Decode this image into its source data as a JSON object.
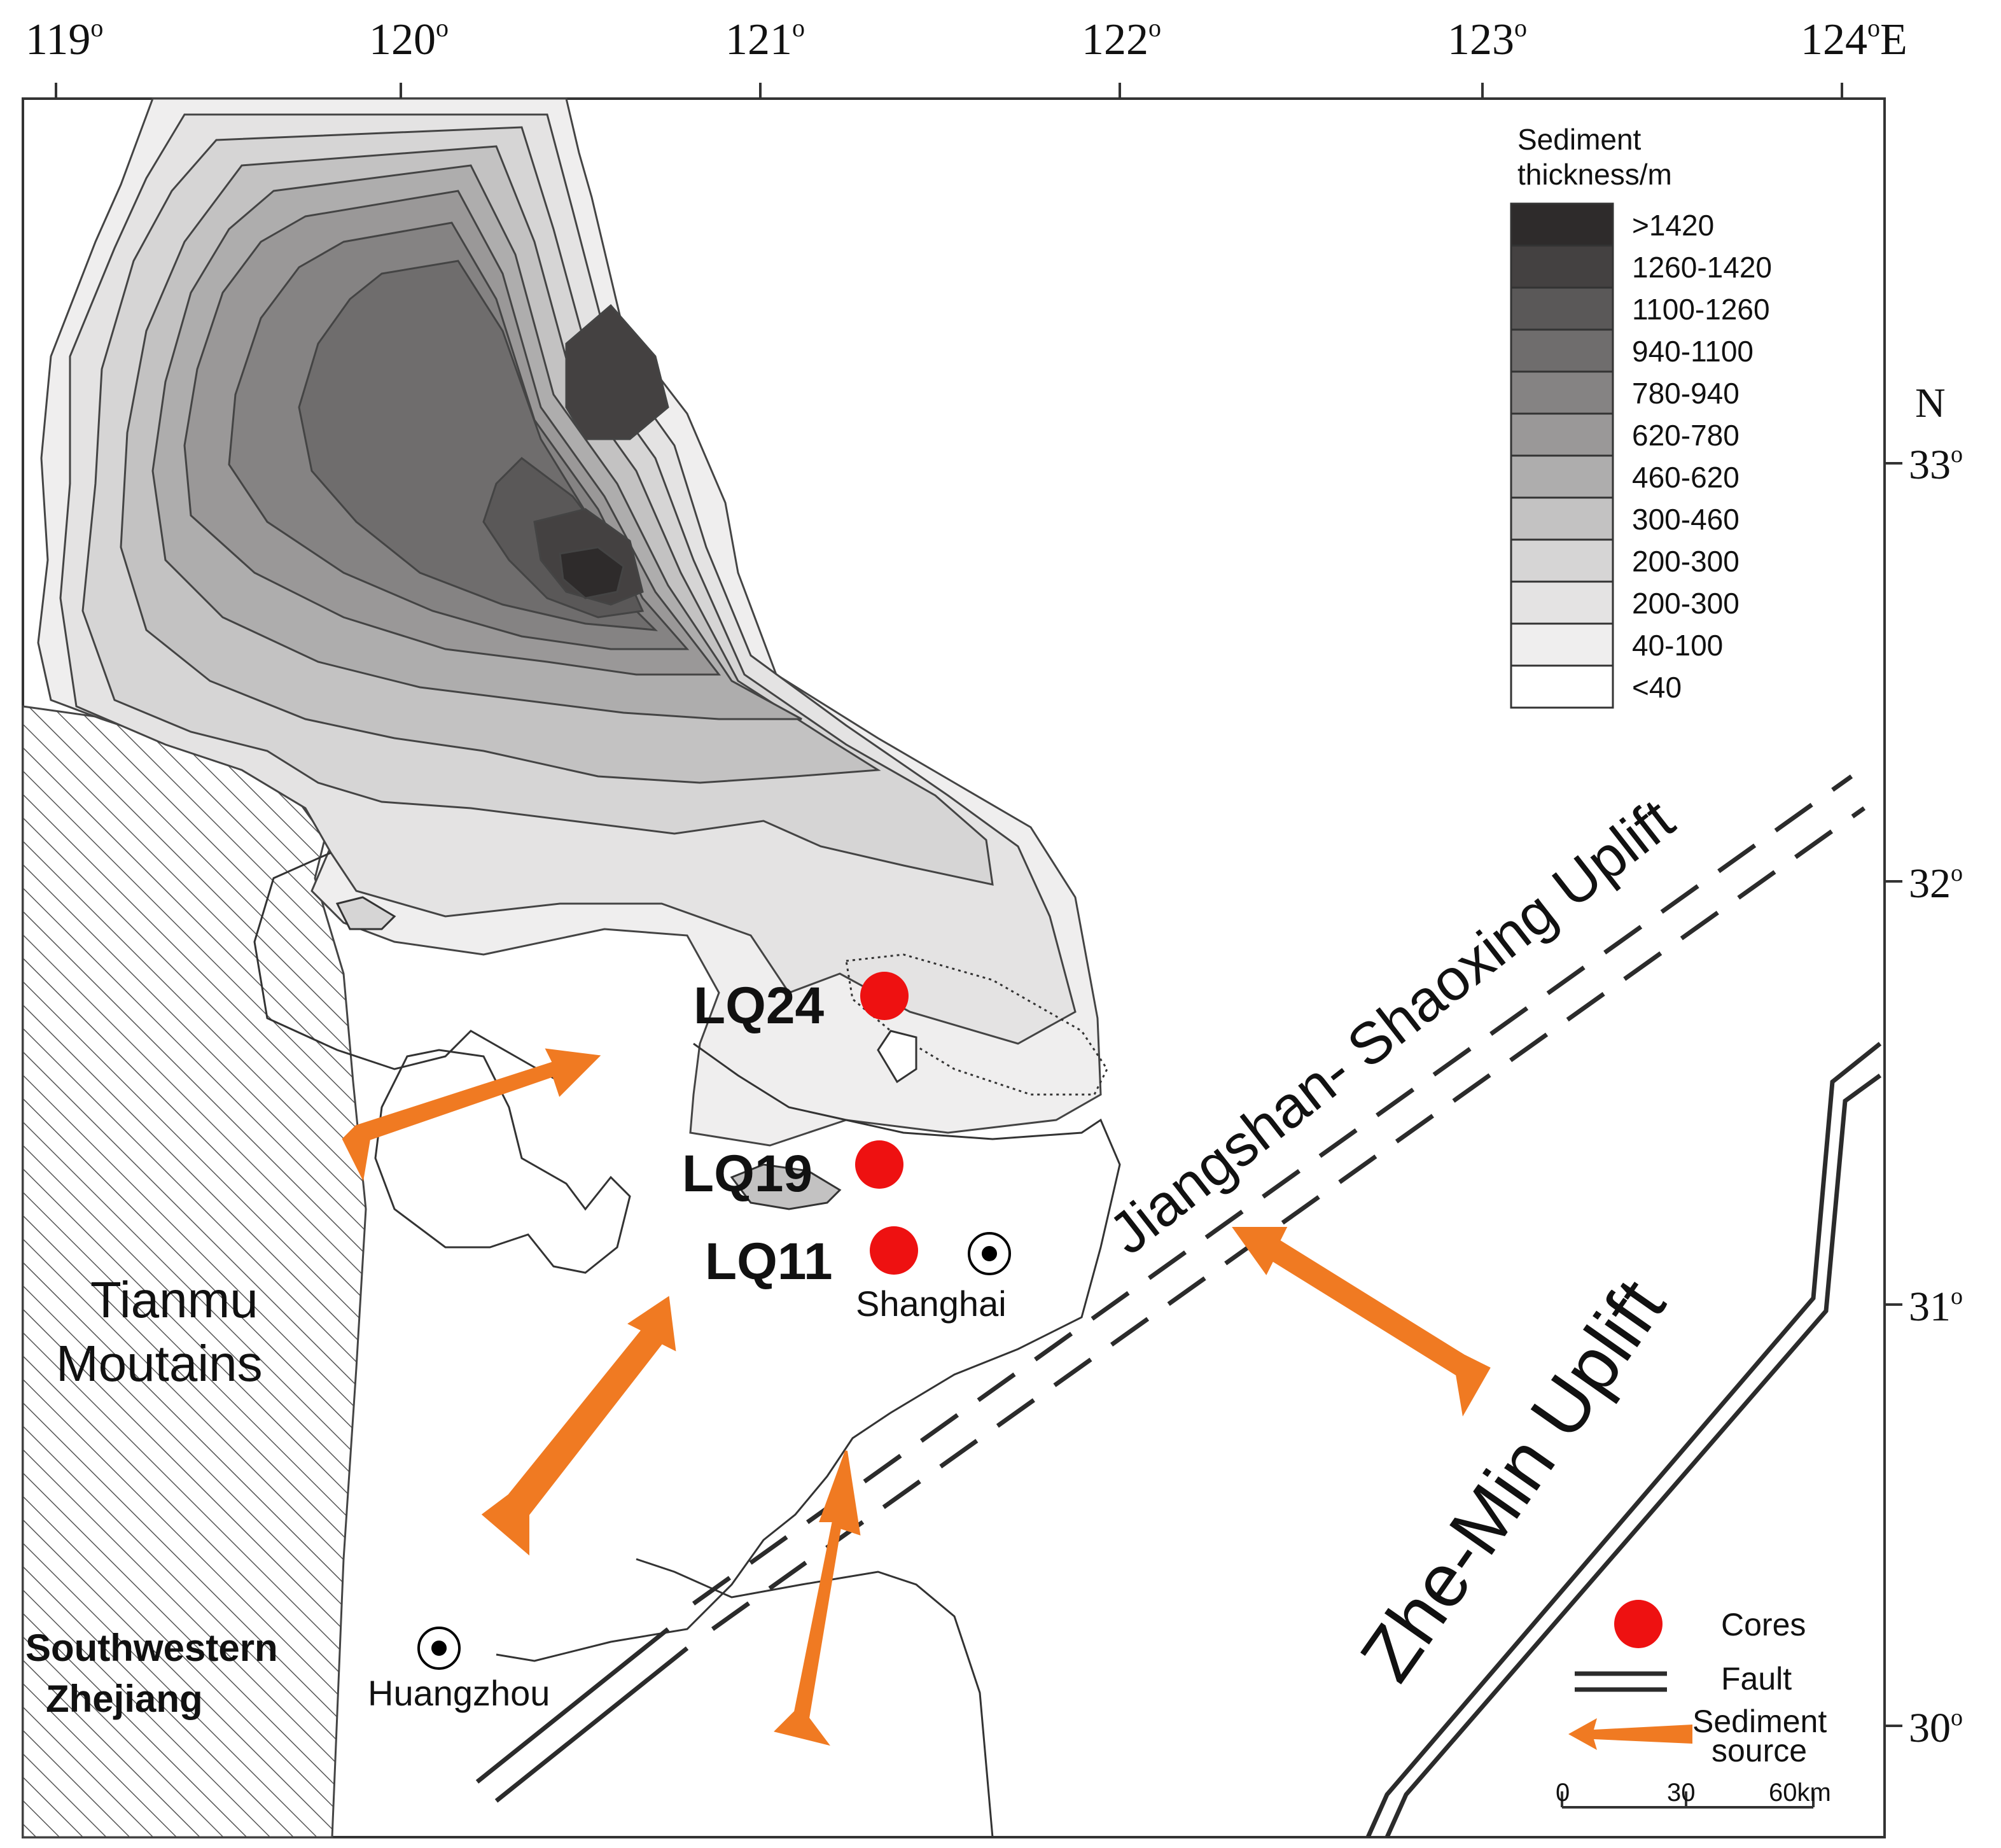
{
  "axes": {
    "longitude_ticks": [
      {
        "deg": "119",
        "sup": "o",
        "suffix": ""
      },
      {
        "deg": "120",
        "sup": "o",
        "suffix": ""
      },
      {
        "deg": "121",
        "sup": "o",
        "suffix": ""
      },
      {
        "deg": "122",
        "sup": "o",
        "suffix": ""
      },
      {
        "deg": "123",
        "sup": "o",
        "suffix": ""
      },
      {
        "deg": "124",
        "sup": "o",
        "suffix": "E"
      }
    ],
    "latitude_header": "N",
    "latitude_ticks": [
      {
        "deg": "33",
        "sup": "o"
      },
      {
        "deg": "32",
        "sup": "o"
      },
      {
        "deg": "31",
        "sup": "o"
      },
      {
        "deg": "30",
        "sup": "o"
      }
    ]
  },
  "legend": {
    "title_line1": "Sediment",
    "title_line2": "thickness/m",
    "classes": [
      {
        "label": ">1420",
        "color": "#2e2b2b"
      },
      {
        "label": "1260-1420",
        "color": "#444141"
      },
      {
        "label": "1100-1260",
        "color": "#5a5858"
      },
      {
        "label": "940-1100",
        "color": "#6f6d6d"
      },
      {
        "label": "780-940",
        "color": "#858383"
      },
      {
        "label": "620-780",
        "color": "#9a9898"
      },
      {
        "label": "460-620",
        "color": "#aeadad"
      },
      {
        "label": "300-460",
        "color": "#c3c2c2"
      },
      {
        "label": "200-300",
        "color": "#d6d5d5"
      },
      {
        "label": "200-300",
        "color": "#e4e3e3"
      },
      {
        "label": "40-100",
        "color": "#efeeee"
      },
      {
        "label": "<40",
        "color": "#ffffff"
      }
    ],
    "symbols": {
      "cores": "Cores",
      "fault": "Fault",
      "sediment_source_line1": "Sediment",
      "sediment_source_line2": "source"
    },
    "scale_bar": {
      "ticks": [
        "0",
        "30",
        "60km"
      ]
    }
  },
  "cores": [
    {
      "label": "LQ24"
    },
    {
      "label": "LQ19"
    },
    {
      "label": "LQ11"
    }
  ],
  "cities": [
    {
      "label": "Shanghai"
    },
    {
      "label": "Huangzhou"
    }
  ],
  "regions": {
    "tianmu_line1": "Tianmu",
    "tianmu_line2": "Moutains",
    "southwest_line1": "Southwestern",
    "southwest_line2": "Zhejiang",
    "jiangshan_uplift": "Jiangshan- Shaoxing Uplift",
    "zhemin_uplift": "Zhe-Min Uplift"
  },
  "colors": {
    "core": "#ee1111",
    "arrow": "#f07a22",
    "fault": "#2b2b2b",
    "outline": "#333333"
  }
}
